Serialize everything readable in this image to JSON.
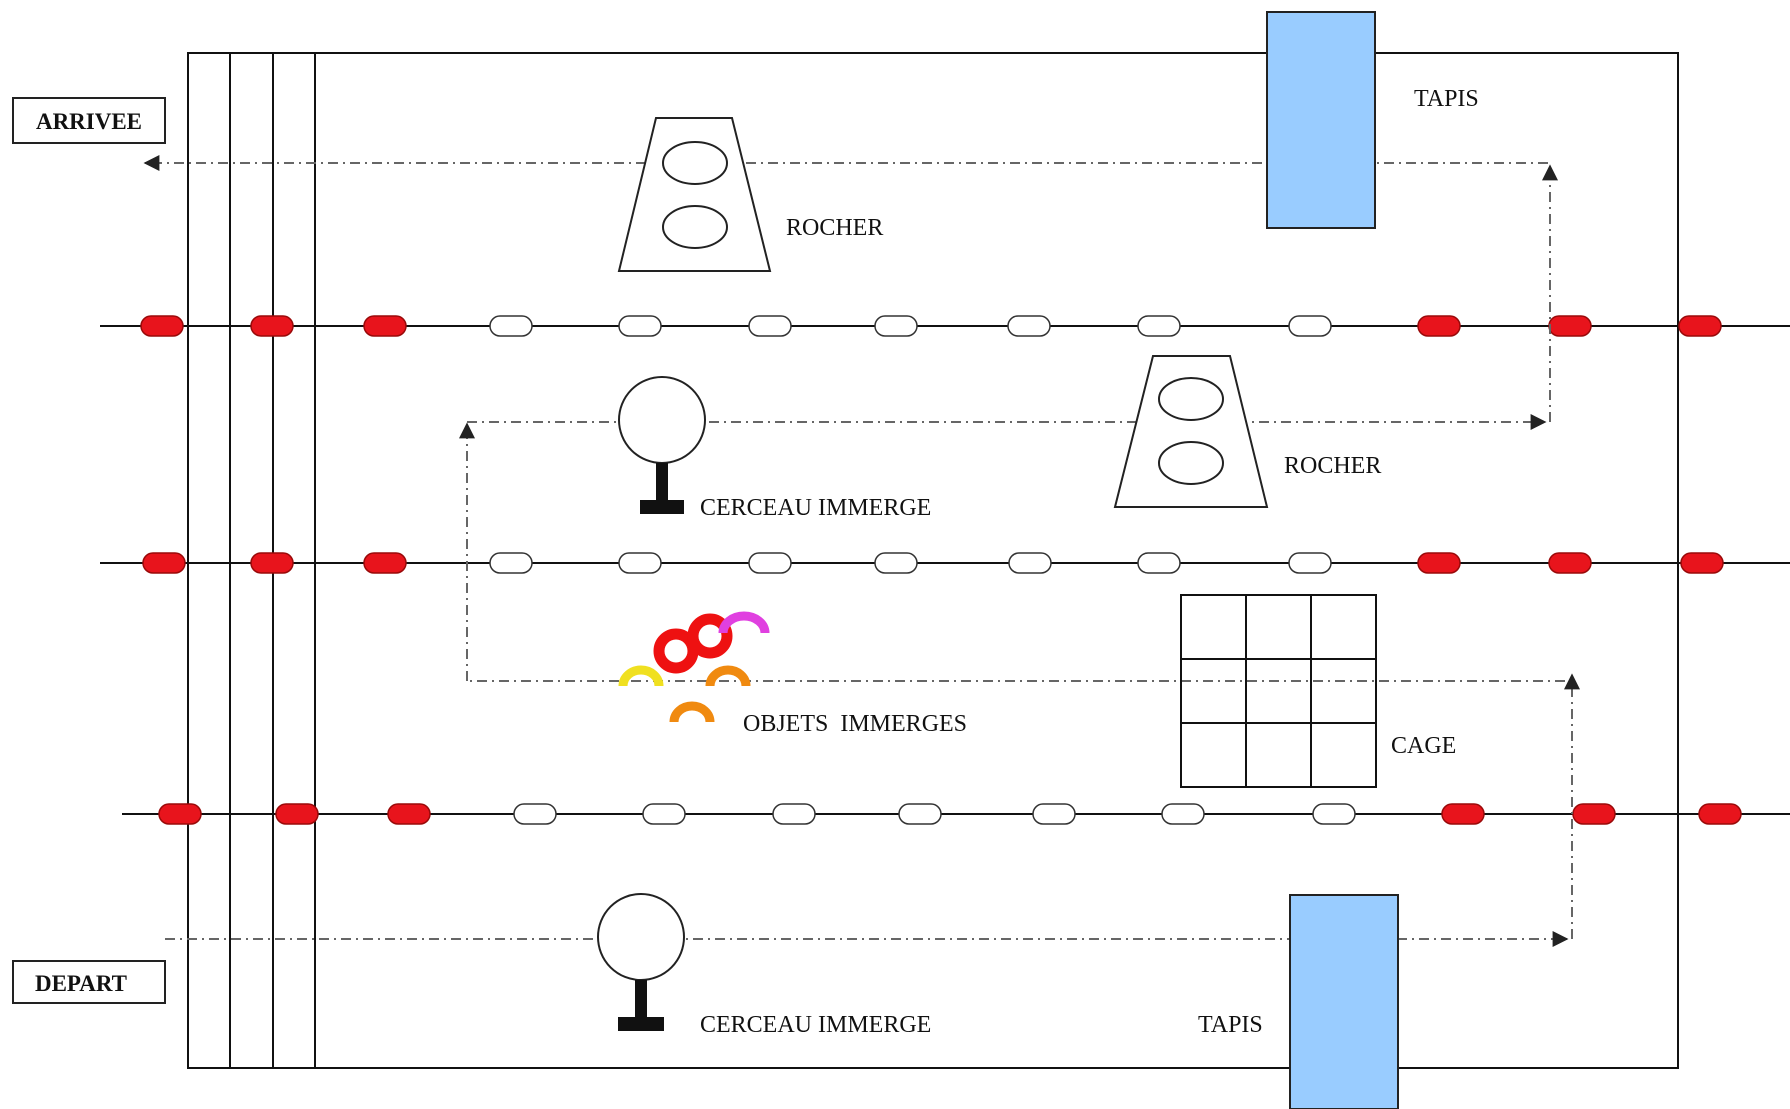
{
  "labels": {
    "arrivee": "ARRIVEE",
    "depart": "DEPART",
    "tapis_top": "TAPIS",
    "tapis_bottom": "TAPIS",
    "rocher_top": "ROCHER",
    "rocher_mid": "ROCHER",
    "cerceau_top": "CERCEAU IMMERGE",
    "cerceau_bottom": "CERCEAU IMMERGE",
    "objets": "OBJETS  IMMERGES",
    "cage": "CAGE"
  },
  "lane_lines": {
    "float_pattern": [
      "red",
      "red",
      "red",
      "white",
      "white",
      "white",
      "white",
      "white",
      "white",
      "white",
      "red",
      "red",
      "red"
    ]
  },
  "colors": {
    "float_red": "#e8141c",
    "float_white": "#ffffff",
    "mat_fill": "#99ccff",
    "object_red": "#ee1111",
    "object_magenta": "#e040e0",
    "object_yellow": "#f0e020",
    "object_orange": "#f08a10",
    "line": "#111111",
    "path": "#777777"
  },
  "icons": {
    "direction_arrow": "arrowhead-icon",
    "hoop": "hoop-icon",
    "rock": "rock-icon",
    "ring": "ring-icon",
    "half_ring": "half-ring-icon"
  }
}
